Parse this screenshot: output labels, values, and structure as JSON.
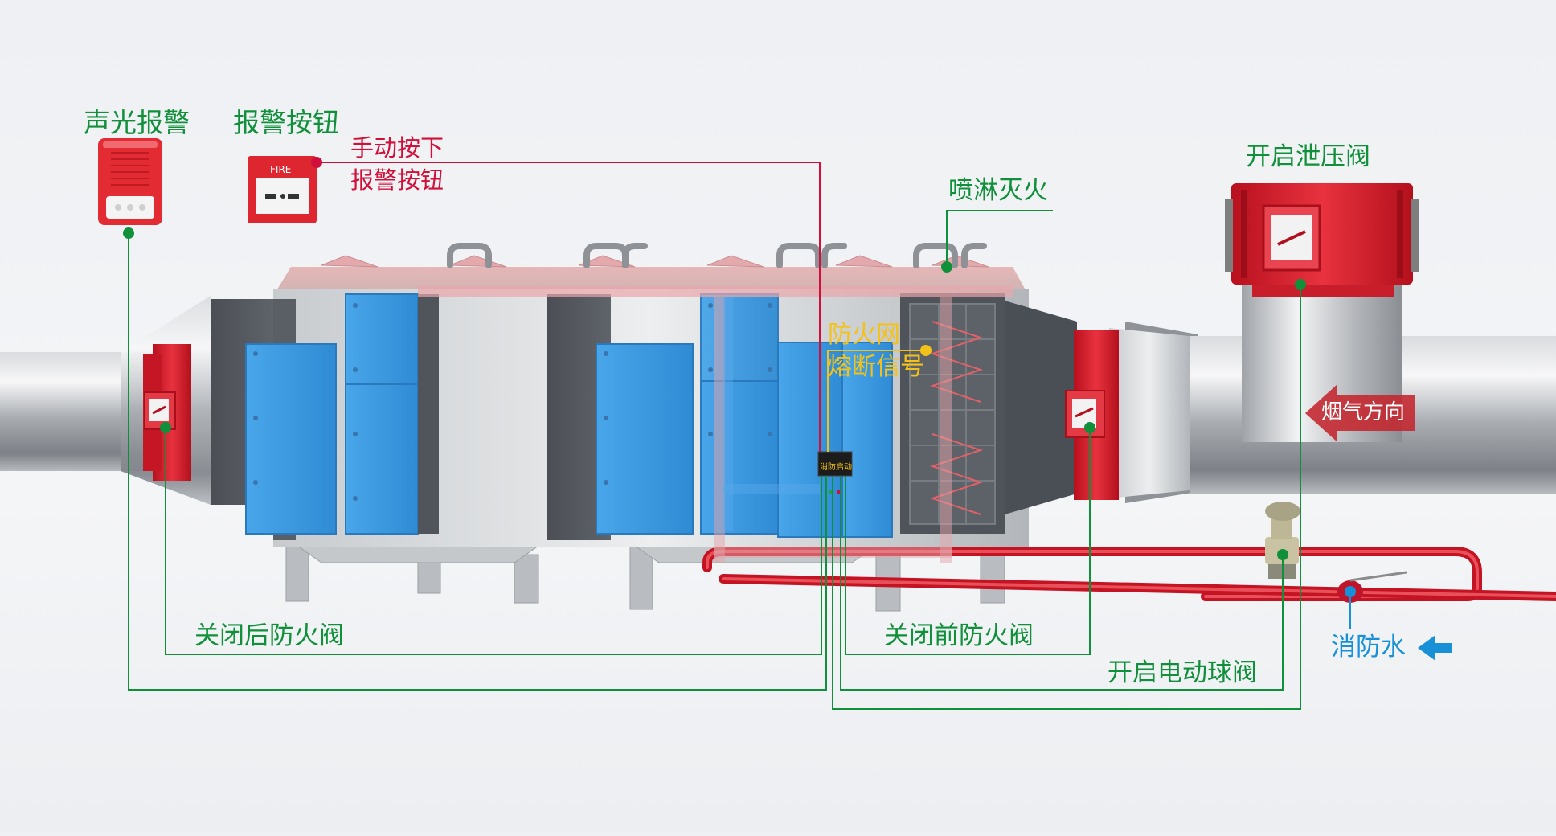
{
  "labels": {
    "sound_light_alarm": "声光报警",
    "alarm_button": "报警按钮",
    "manual_press_line1": "手动按下",
    "manual_press_line2": "报警按钮",
    "spray_extinguish": "喷淋灭火",
    "open_relief_valve": "开启泄压阀",
    "fire_net_line1": "防火网",
    "fire_net_line2": "熔断信号",
    "smoke_direction": "烟气方向",
    "close_rear_damper": "关闭后防火阀",
    "close_front_damper": "关闭前防火阀",
    "open_electric_ball_valve": "开启电动球阀",
    "fire_water": "消防水",
    "fire_start": "消防启动",
    "fire_button_text": "FIRE"
  },
  "colors": {
    "signal_green": "#10903a",
    "signal_red": "#d0103a",
    "signal_yellow": "#f3c21a",
    "water_blue": "#1790d8",
    "fire_red": "#d9202f",
    "panel_blue": "#3b9be0"
  }
}
